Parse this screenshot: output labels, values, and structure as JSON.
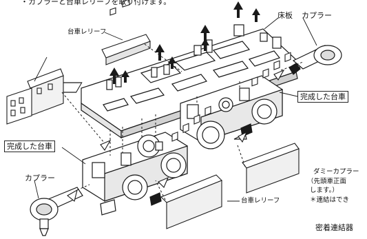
{
  "header_text": "・カプラーと台車レリーフを取り付けます。",
  "labels": {
    "floor_plate": "床板",
    "coupler_top_right": "カプラー",
    "relief_top_left": "台車レリーフ",
    "completed_bogie_right": "完成した台車",
    "completed_bogie_left": "完成した台車",
    "coupler_bottom_left": "カプラー",
    "relief_bottom": "台車レリーフ",
    "dummy_coupler": "ダミーカプラー",
    "dummy_note_1": "（先頭車正面",
    "dummy_note_2": "します。）",
    "dummy_note_3": "＊連結はでき",
    "tight_coupler": "密着連結器"
  },
  "colors": {
    "line": "#1a1a1a",
    "fill": "#ffffff",
    "shade": "#8a8a8a"
  }
}
